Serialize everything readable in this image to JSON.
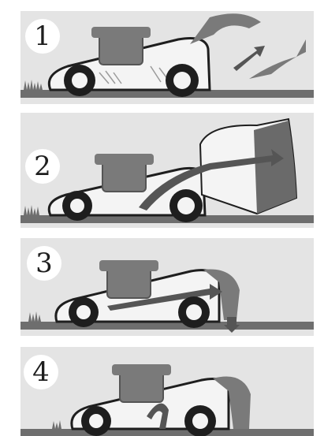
{
  "colors": {
    "panel_bg": "#e4e4e4",
    "ink": "#1e1e1e",
    "shade": "#7a7a7a",
    "dark_shade": "#555555",
    "body_fill": "#f4f4f4"
  },
  "steps": [
    {
      "number": "1",
      "mode": "discharge-arrow"
    },
    {
      "number": "2",
      "mode": "grass-bag-collection"
    },
    {
      "number": "3",
      "mode": "rear-discharge-down"
    },
    {
      "number": "4",
      "mode": "mulching"
    }
  ]
}
